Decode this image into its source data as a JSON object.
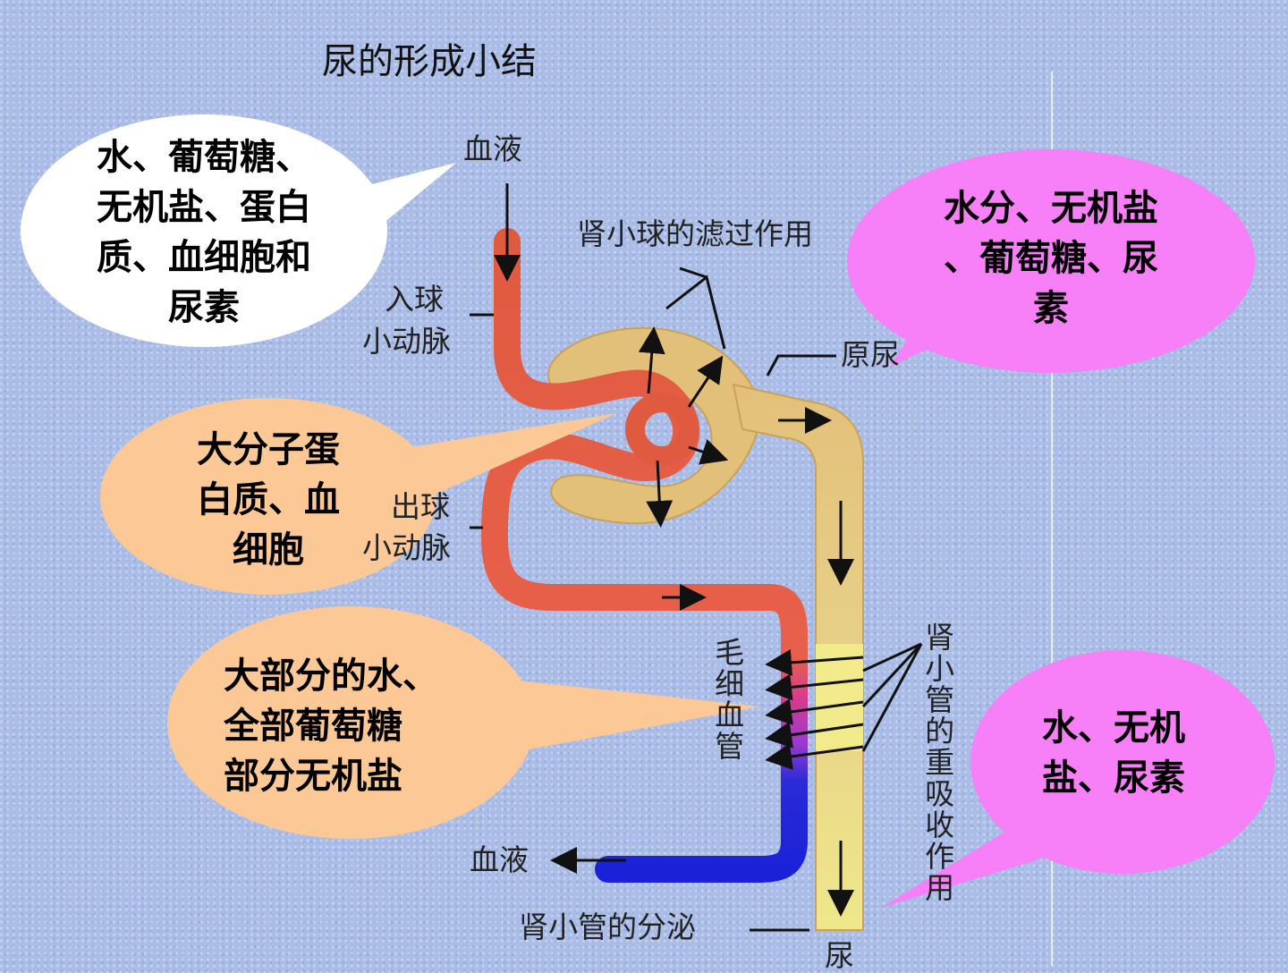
{
  "title": "尿的形成小结",
  "labels": {
    "blood_in": "血液",
    "glomerular_filtration": "肾小球的滤过作用",
    "afferent_1": "入球",
    "afferent_2": "小动脉",
    "efferent_1": "出球",
    "efferent_2": "小动脉",
    "primary_urine": "原尿",
    "capillary": "毛细血管",
    "reabsorption": "肾小管的重吸收作用",
    "blood_out": "血液",
    "secretion": "肾小管的分泌",
    "urine": "尿"
  },
  "bubbles": {
    "blood_components": [
      "水、葡萄糖、",
      "无机盐、蛋白",
      "质、血细胞和",
      "尿素"
    ],
    "primary_urine": [
      "水分、无机盐",
      "、葡萄糖、尿",
      "素"
    ],
    "not_filtered": [
      "大分子蛋",
      "白质、血",
      "细胞"
    ],
    "reabsorbed": [
      "大部分的水、",
      "全部葡萄糖",
      "部分无机盐"
    ],
    "urine": [
      "水、无机",
      "盐、尿素"
    ]
  },
  "colors": {
    "white_bubble": "#ffffff",
    "pink_bubble": "#f77ff7",
    "peach_bubble": "#fcc896",
    "tubule": "#e3c07a",
    "tubule_lower": "#efe88a",
    "artery": "#e05a40",
    "vein": "#1a22d8"
  }
}
